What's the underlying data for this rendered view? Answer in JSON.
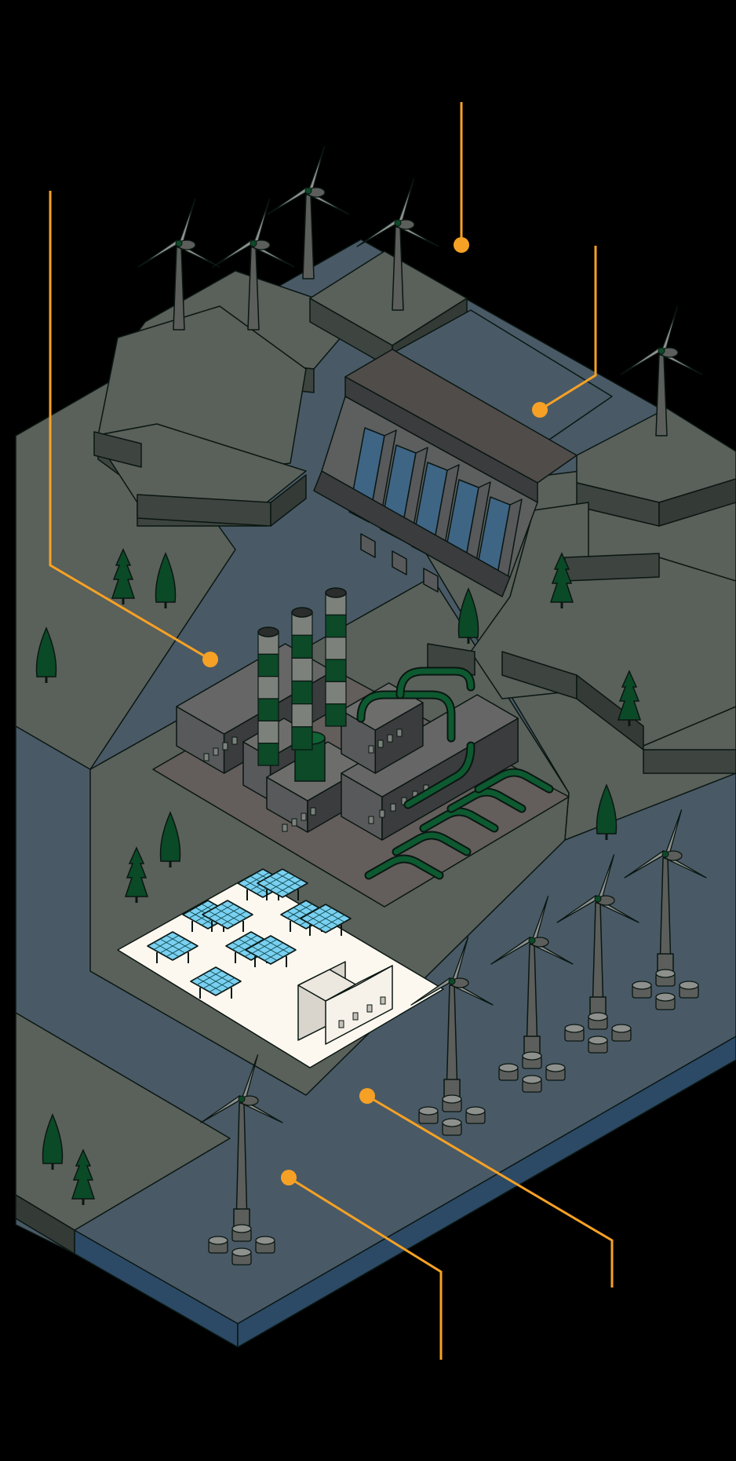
{
  "palette": {
    "background": "#000000",
    "land_top": "#5a605a",
    "land_side": "#3e443f",
    "land_dark_side": "#343a36",
    "water_top": "#495a66",
    "water_side": "#2c4a66",
    "plant_base": "#635e5b",
    "building": "#58595b",
    "building_dark": "#3b3c3e",
    "stack_green": "#0c4a28",
    "stack_light": "#7c817c",
    "pipe_green": "#0d5a30",
    "tree": "#0b4a27",
    "solar_pad": "#fcf8ef",
    "solar_panel": "#7ad0f0",
    "solar_frame": "#0e4b52",
    "turbine": "#5c5e5b",
    "turbine_light": "#8d908c",
    "dam_top": "#4f4c4a",
    "dam_face": "#5d5f5e",
    "dam_spill": "#3f6585",
    "callout": "#f6a125",
    "outline": "#0a1612"
  },
  "scene": {
    "features": [
      "hydro-dam",
      "thermal-power-plant",
      "solar-farm",
      "onshore-wind-farm",
      "offshore-wind-farm"
    ],
    "callout_count": 5,
    "onshore_turbine_count": 5,
    "offshore_turbine_count": 5,
    "smokestack_count": 3,
    "solar_panel_count": 10
  }
}
